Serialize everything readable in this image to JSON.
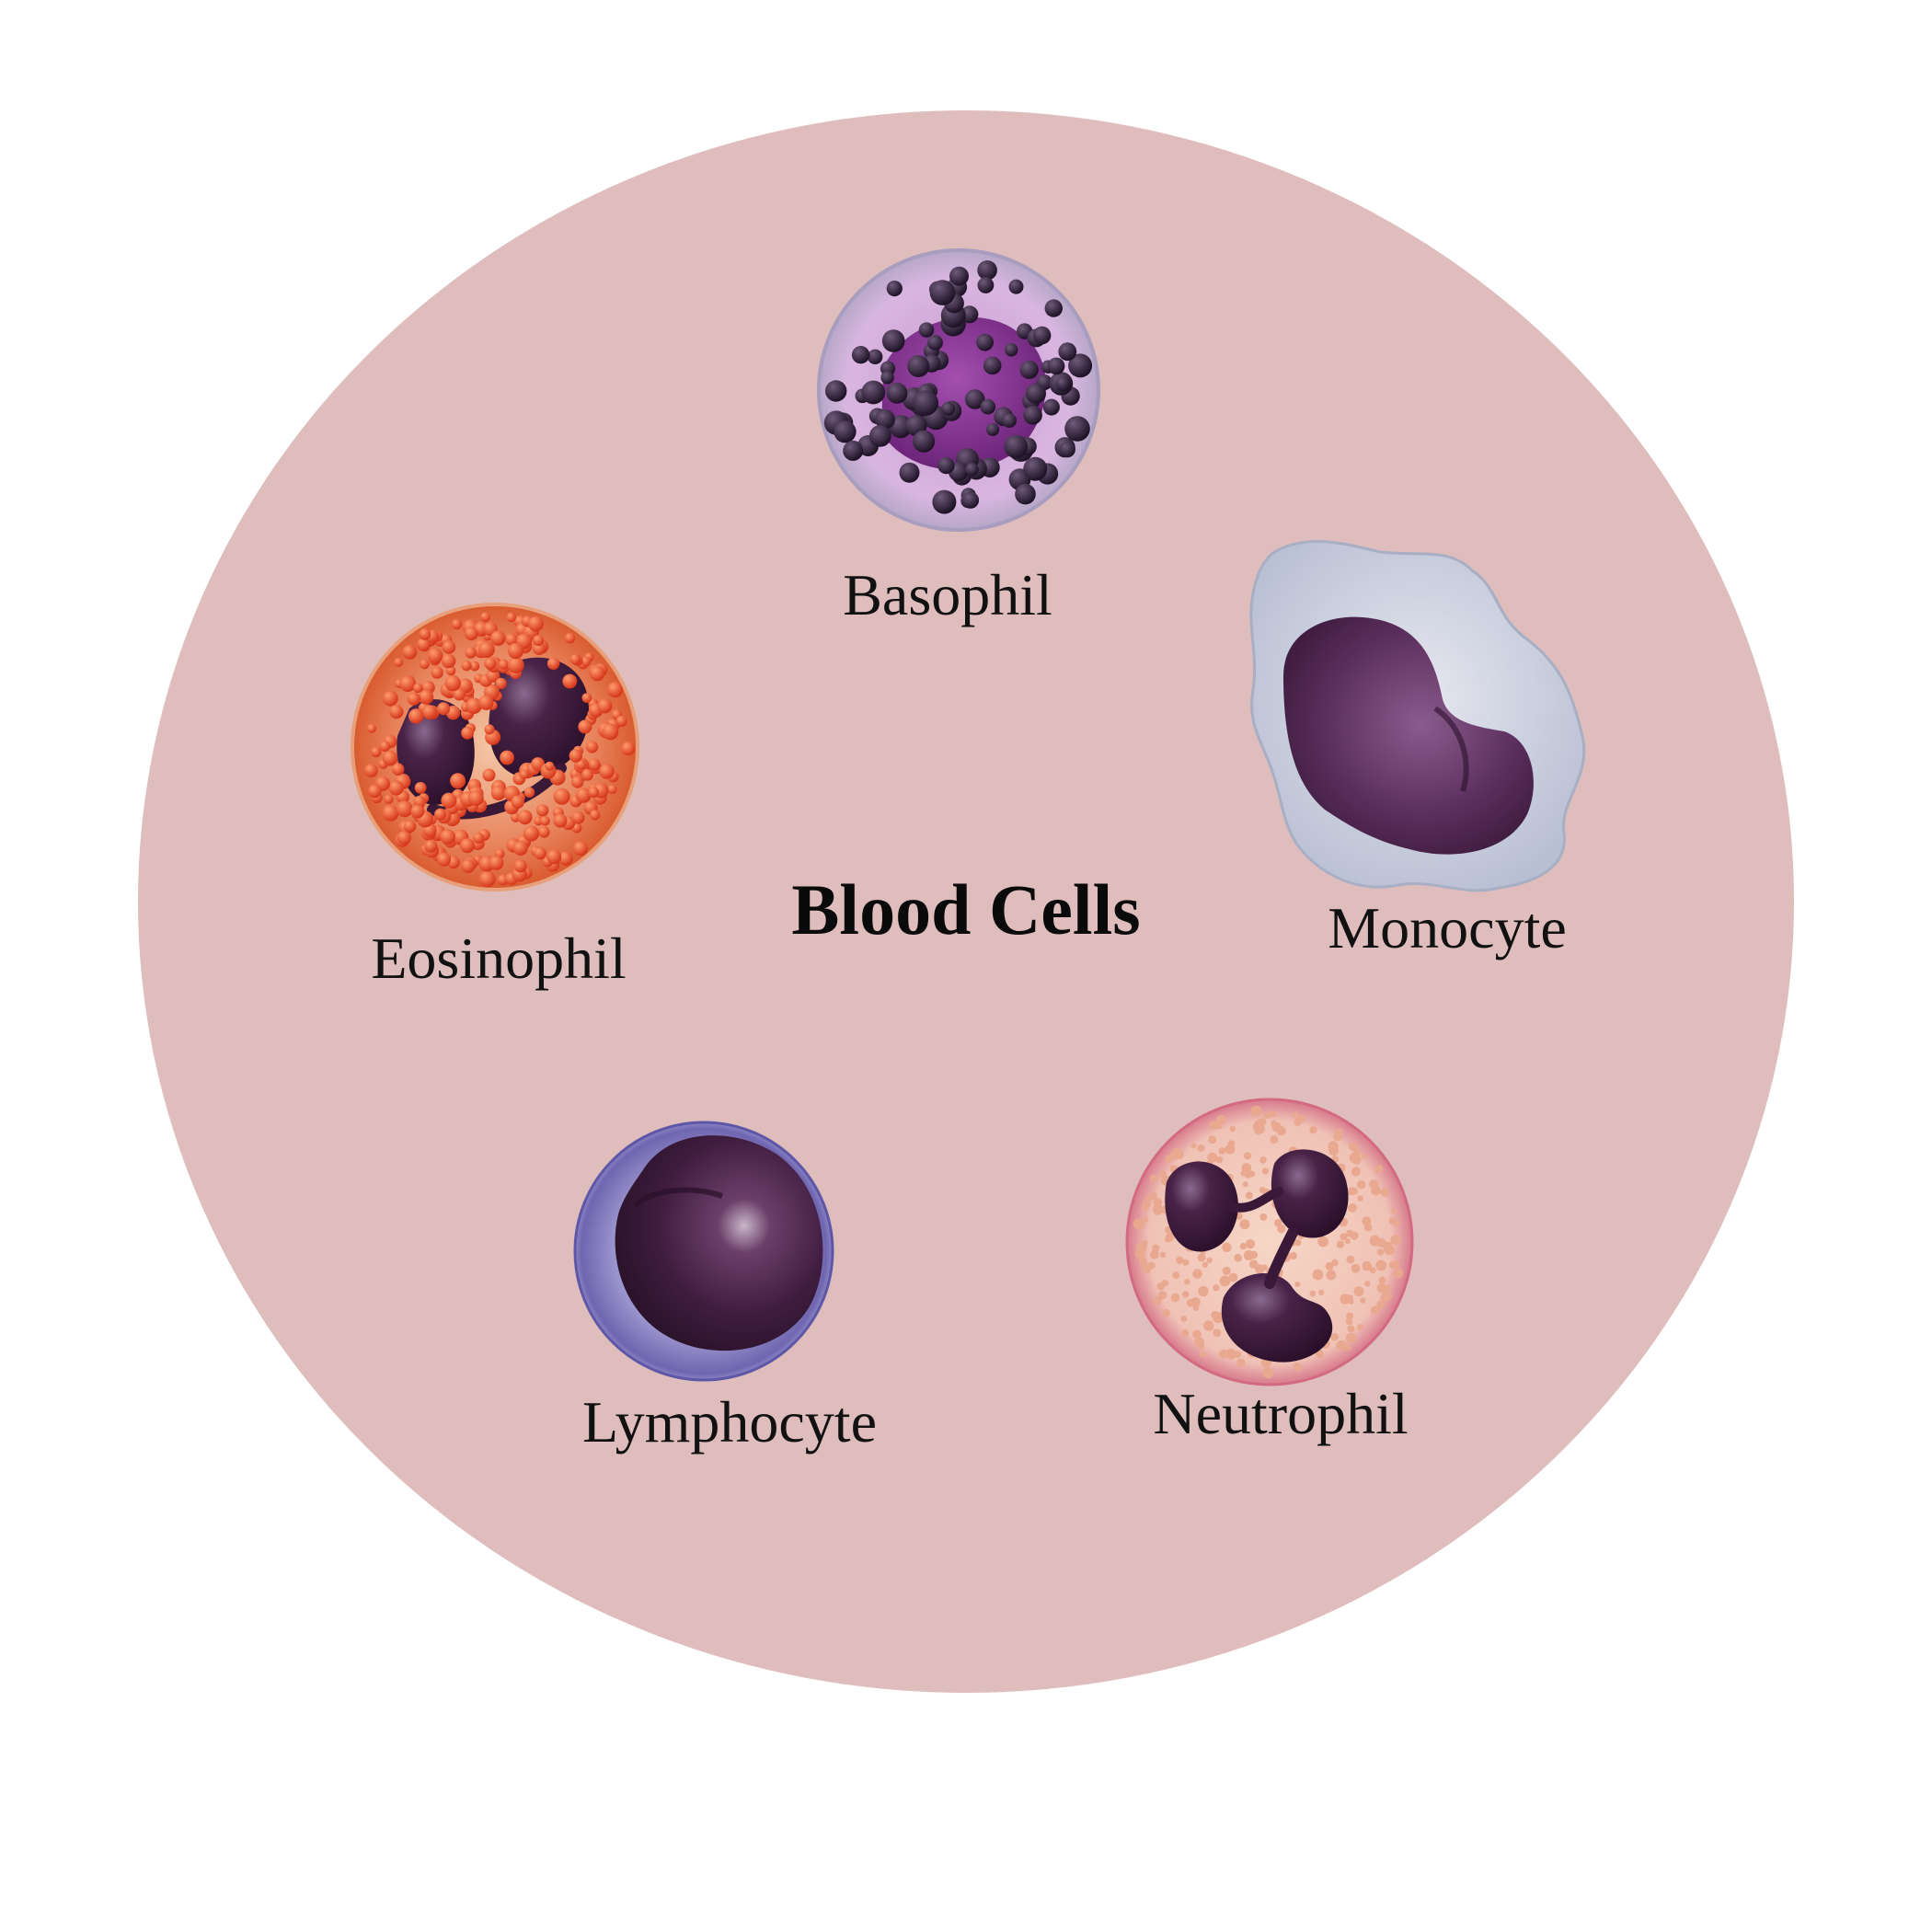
{
  "diagram": {
    "title": "Blood Cells",
    "background_color": "#dfbdbd",
    "cells": [
      {
        "id": "basophil",
        "label": "Basophil"
      },
      {
        "id": "eosinophil",
        "label": "Eosinophil"
      },
      {
        "id": "monocyte",
        "label": "Monocyte"
      },
      {
        "id": "lymphocyte",
        "label": "Lymphocyte"
      },
      {
        "id": "neutrophil",
        "label": "Neutrophil"
      }
    ]
  }
}
